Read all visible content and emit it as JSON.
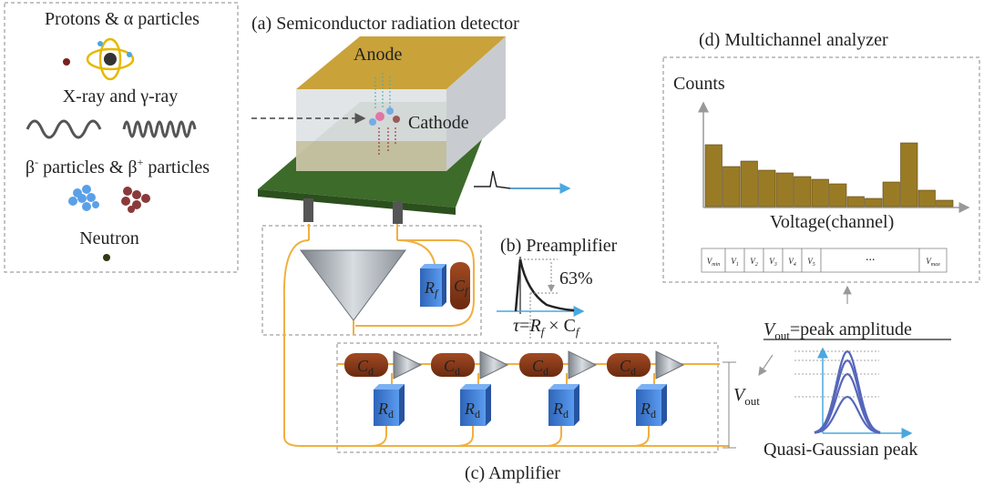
{
  "particles_panel": {
    "protons_alpha": "Protons & α particles",
    "xray_gamma": "X-ray and γ-ray",
    "beta": {
      "beta_minus": "β",
      "minus_sup": "-",
      "middle": " particles & β",
      "plus_sup": "+",
      "suffix": " particles"
    },
    "neutron": "Neutron"
  },
  "detector": {
    "title": "(a) Semiconductor radiation detector",
    "anode": "Anode",
    "cathode": "Cathode"
  },
  "preamplifier": {
    "title": "(b) Preamplifier",
    "percent": "63%",
    "tau": "τ",
    "eq": "=",
    "rf": "R",
    "f_sub": "f",
    "times": " × C",
    "cf_sub": "f",
    "rf_label": "R",
    "cf_label": "C"
  },
  "amplifier": {
    "title": "(c) Amplifier",
    "cd": "C",
    "rd": "R",
    "d_sub": "d",
    "vout": "V",
    "out_sub": "out"
  },
  "mca": {
    "title": "(d) Multichannel analyzer",
    "ylabel": "Counts",
    "xlabel": "Voltage(channel)",
    "channel_labels": [
      "V",
      "V",
      "V",
      "V",
      "V",
      "V",
      "···",
      "V"
    ],
    "channel_subs": [
      "min",
      "1",
      "2",
      "3",
      "4",
      "5",
      "",
      "max"
    ],
    "peak_v": "V",
    "peak_sub": "out",
    "peak_text": "=peak amplitude",
    "gauss_label": "Quasi-Gaussian peak"
  },
  "chart_data": {
    "type": "bar",
    "title": "(d) Multichannel analyzer",
    "xlabel": "Voltage(channel)",
    "ylabel": "Counts",
    "values": [
      68,
      44,
      50,
      40,
      37,
      33,
      30,
      25,
      11,
      9,
      27,
      70,
      18,
      7
    ]
  },
  "colors": {
    "anode": "#c9a23a",
    "board": "#3d6b2a",
    "bar": "#9a7b25",
    "wire": "#f0b040",
    "resistor": "#3f7fd6",
    "capacitor": "#8a3a1a",
    "triangle": "#a7adb3",
    "signal": "#4aa8e0",
    "gauss": "#5566bb"
  }
}
